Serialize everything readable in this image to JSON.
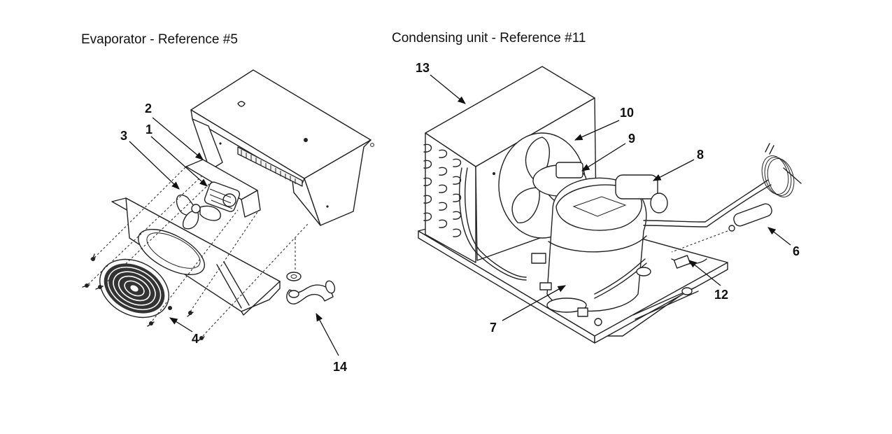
{
  "titles": {
    "evaporator": "Evaporator - Reference #5",
    "condensing_unit": "Condensing unit - Reference #11"
  },
  "callouts": {
    "c1": "1",
    "c2": "2",
    "c3": "3",
    "c4": "4",
    "c6": "6",
    "c7": "7",
    "c8": "8",
    "c9": "9",
    "c10": "10",
    "c12": "12",
    "c13": "13",
    "c14": "14"
  }
}
